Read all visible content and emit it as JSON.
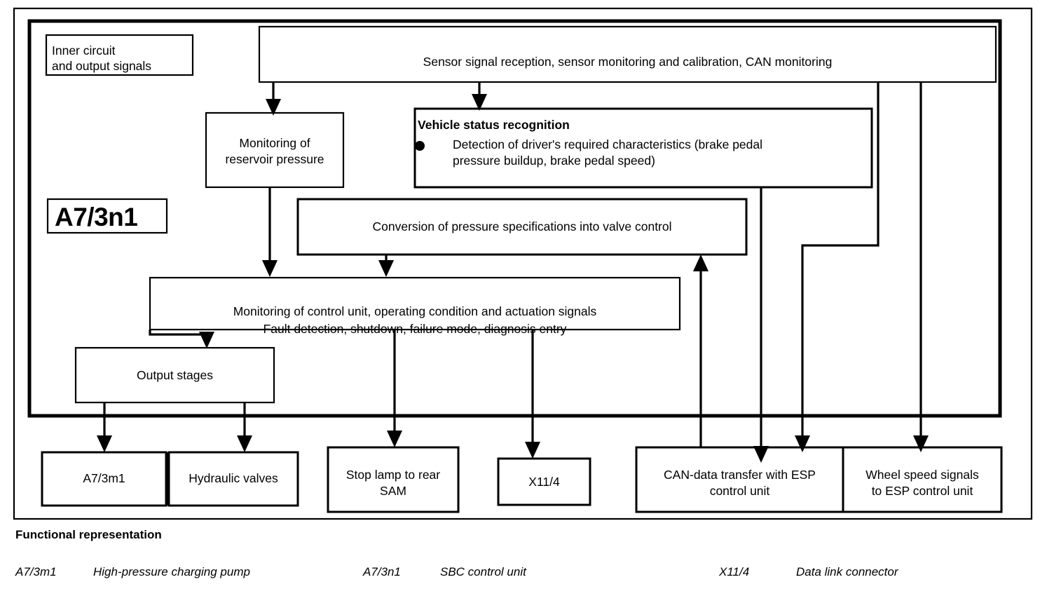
{
  "diagram": {
    "title_note": "Functional representation",
    "legend_heading": "Functional representation",
    "unit_label": "A7/3n1",
    "corner_note": {
      "line1": "Inner circuit",
      "line2": "and output signals"
    },
    "blocks": {
      "sensor_header": "Sensor signal reception, sensor monitoring and calibration, CAN monitoring",
      "reservoir": {
        "line1": "Monitoring of",
        "line2": "reservoir pressure"
      },
      "vehicle_status": {
        "heading": "Vehicle status recognition",
        "bullet_line1": "Detection of driver's required characteristics (brake pedal",
        "bullet_line2": "pressure buildup, brake pedal speed)"
      },
      "conversion": "Conversion of pressure specifications into valve control",
      "monitoring": {
        "line1": "Monitoring of control unit, operating condition and actuation signals",
        "line2": "Fault detection, shutdown, failure mode, diagnosis entry"
      },
      "output_stages": "Output stages"
    },
    "outputs": [
      {
        "name": "pump",
        "label": "A7/3m1"
      },
      {
        "name": "hydraulic-valves",
        "label": "Hydraulic valves"
      },
      {
        "name": "stop-lamp",
        "line1": "Stop lamp to rear",
        "line2": "SAM"
      },
      {
        "name": "data-link",
        "label": "X11/4"
      },
      {
        "name": "can-esp",
        "line1": "CAN-data transfer with ESP",
        "line2": "control unit"
      },
      {
        "name": "wheel-speed",
        "line1": "Wheel speed signals",
        "line2": "to ESP control unit"
      }
    ],
    "legend": [
      {
        "code": "A7/3m1",
        "desc": "High-pressure charging pump"
      },
      {
        "code": "A7/3n1",
        "desc": "SBC control unit"
      },
      {
        "code": "X11/4",
        "desc": "Data link connector"
      }
    ],
    "colors": {
      "stroke": "#000000",
      "background": "#ffffff"
    }
  }
}
